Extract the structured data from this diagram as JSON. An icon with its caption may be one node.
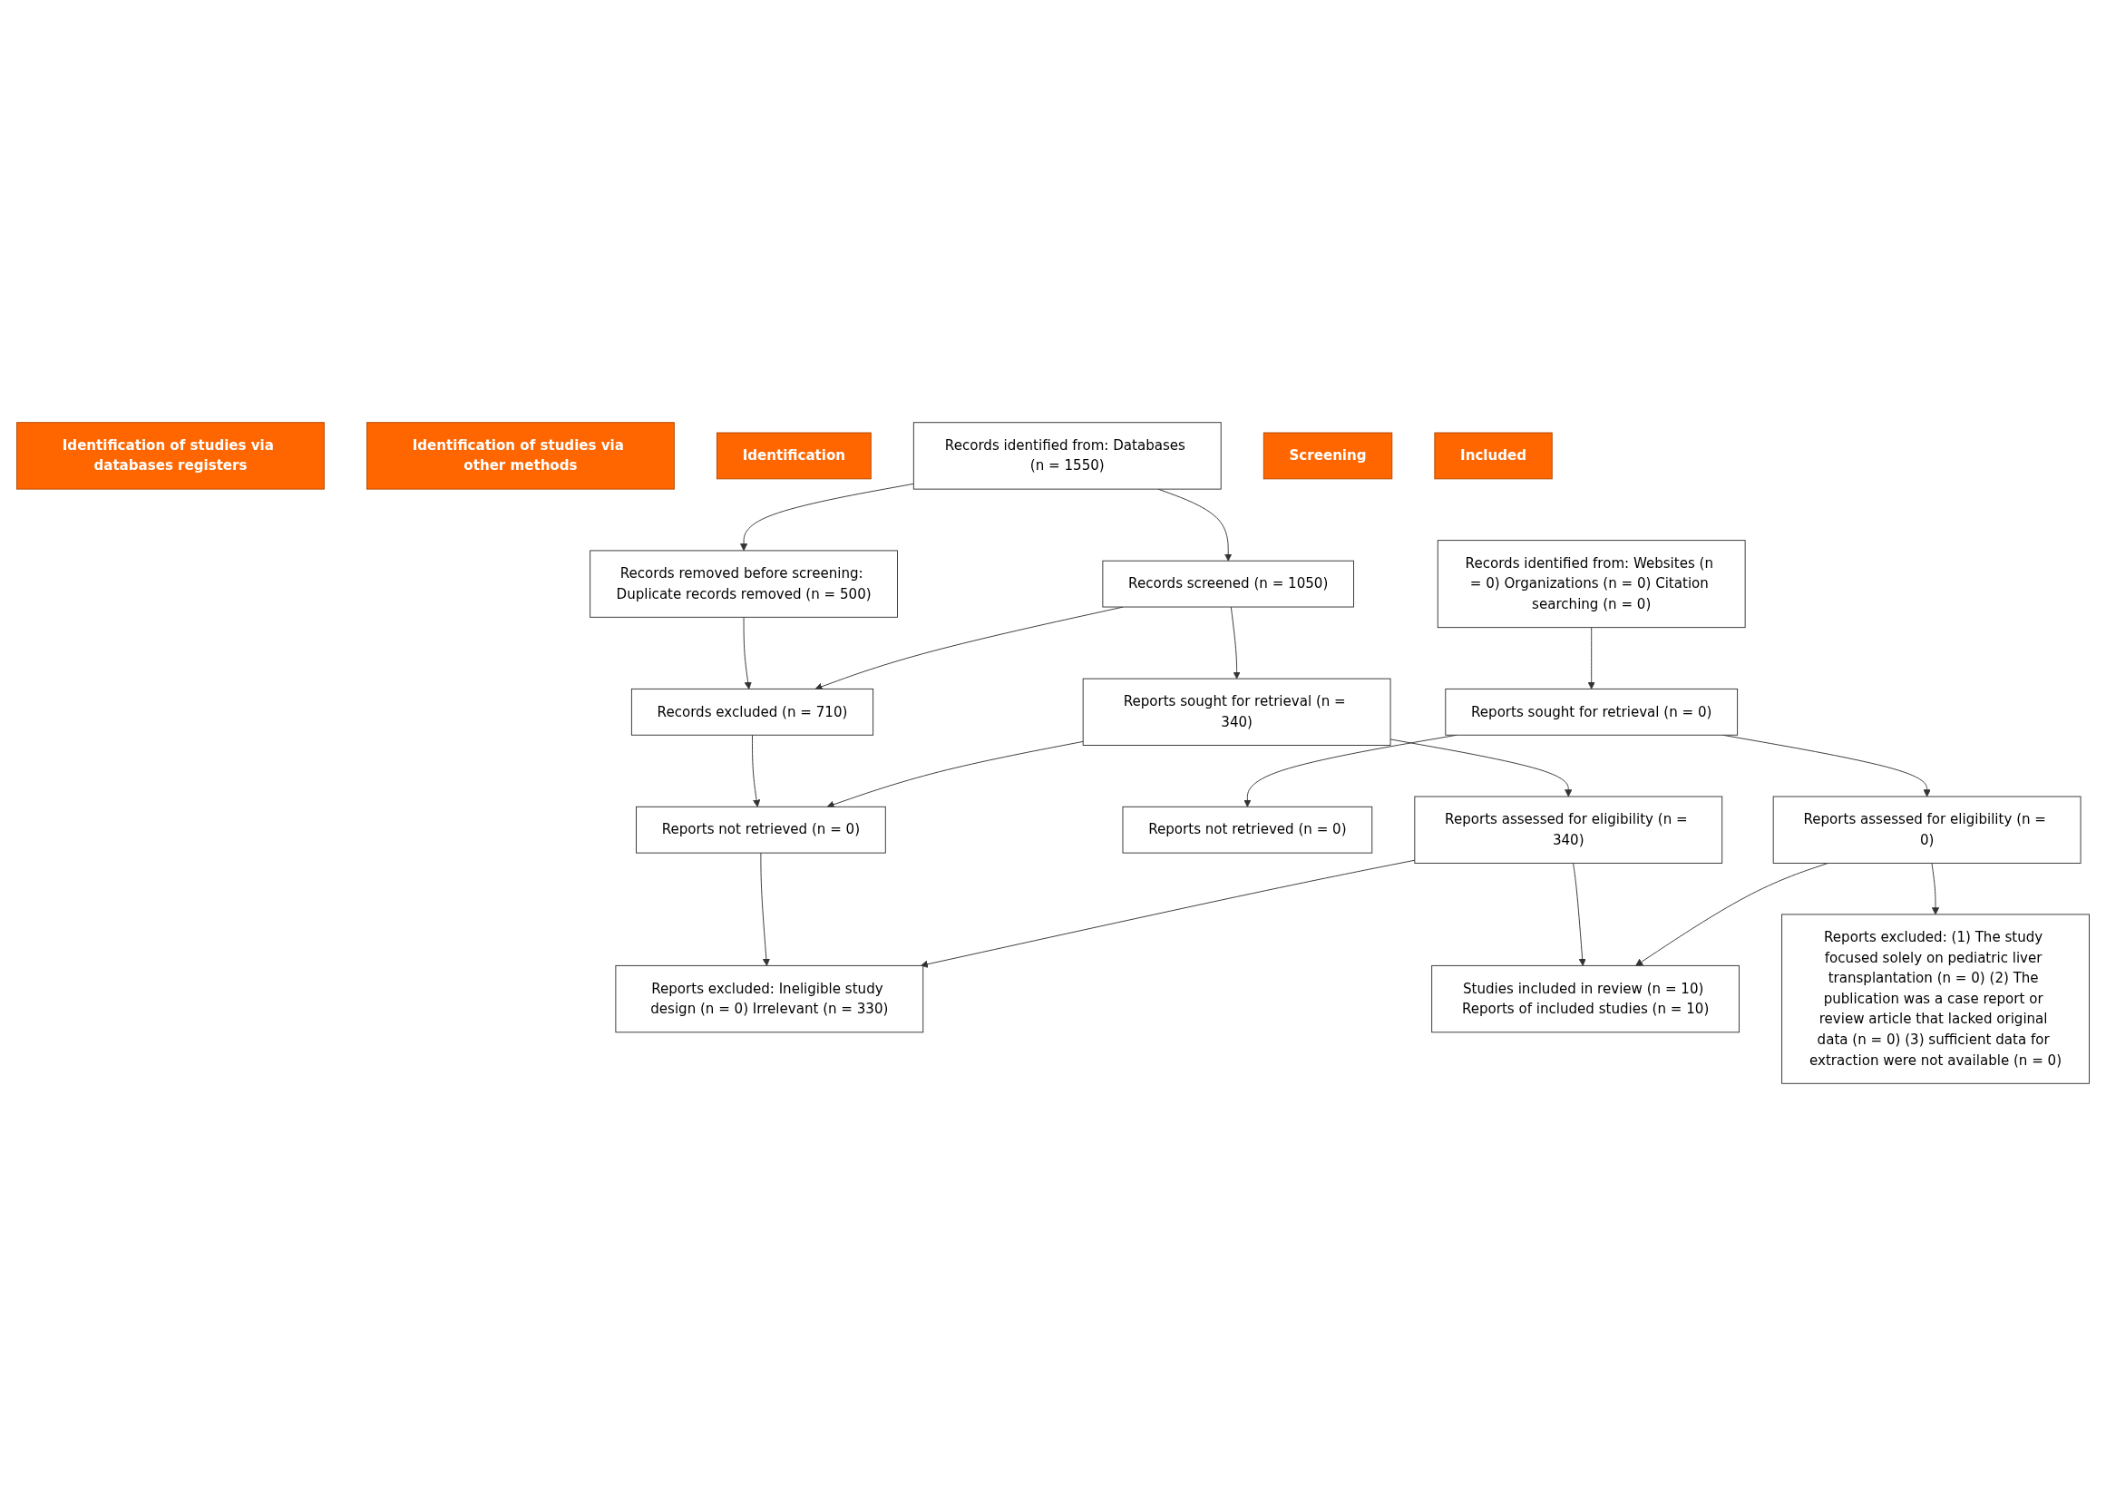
{
  "diagram": {
    "nodes": [
      {
        "text": [
          "Identification of studies via databases registers"
        ]
      },
      {
        "text": [
          "Identification of studies via other methods"
        ]
      },
      {
        "text": [
          "Identification"
        ]
      },
      {
        "text": [
          "Records identified from: Databases (n = 1550)"
        ]
      },
      {
        "text": [
          "Records removed before screening: Duplicate records removed (n = 500)"
        ]
      },
      {
        "text": [
          "Records identified from: Websites (n = 0) Organizations (n = 0) Citation searching (n = 0)"
        ]
      },
      {
        "text": [
          "Screening"
        ]
      },
      {
        "text": [
          "Records screened (n = 1050)"
        ]
      },
      {
        "text": [
          "Records excluded (n = 710)"
        ]
      },
      {
        "text": [
          "Reports sought for retrieval (n = 340)"
        ]
      },
      {
        "text": [
          "Reports not retrieved (n = 0)"
        ]
      },
      {
        "text": [
          "Reports sought for retrieval (n = 0)"
        ]
      },
      {
        "text": [
          "Reports not retrieved (n = 0)"
        ]
      },
      {
        "text": [
          "Reports assessed for eligibility (n = 340)"
        ]
      },
      {
        "text": [
          "Reports excluded: Ineligible study design (n = 0) Irrelevant (n = 330)"
        ]
      },
      {
        "text": [
          "Reports assessed for eligibility (n = 0)"
        ]
      },
      {
        "text": [
          "Reports excluded: (1) The study focused solely on pediatric liver transplantation (n = 0) (2) The publication was a case report or review article that lacked original data (n = 0) (3) sufficient data for extraction were not available (n = 0)"
        ]
      },
      {
        "text": [
          "Included"
        ]
      },
      {
        "text": [
          "Studies included in review (n = 10) Reports of included studies (n = 10)"
        ]
      }
    ],
    "edges": [
      {
        "from": 3,
        "to": 4,
        "arrow": "to"
      },
      {
        "from": 3,
        "to": 7,
        "arrow": "to"
      },
      {
        "from": 4,
        "to": 8,
        "arrow": "to"
      },
      {
        "from": 7,
        "to": 8,
        "arrow": "to"
      },
      {
        "from": 7,
        "to": 9,
        "arrow": "to"
      },
      {
        "from": 8,
        "to": 10,
        "arrow": "to"
      },
      {
        "from": 9,
        "to": 10,
        "arrow": "to"
      },
      {
        "from": 9,
        "to": 13,
        "arrow": "to"
      },
      {
        "from": 10,
        "to": 14,
        "arrow": "to"
      },
      {
        "from": 13,
        "to": 14,
        "arrow": "to"
      },
      {
        "from": 13,
        "to": 18,
        "arrow": "to"
      },
      {
        "from": 5,
        "to": 11,
        "arrow": "to"
      },
      {
        "from": 11,
        "to": 12,
        "arrow": "to"
      },
      {
        "from": 11,
        "to": 15,
        "arrow": "to"
      },
      {
        "from": 15,
        "to": 16,
        "arrow": "to"
      },
      {
        "from": 15,
        "to": 18,
        "arrow": "to"
      }
    ]
  }
}
